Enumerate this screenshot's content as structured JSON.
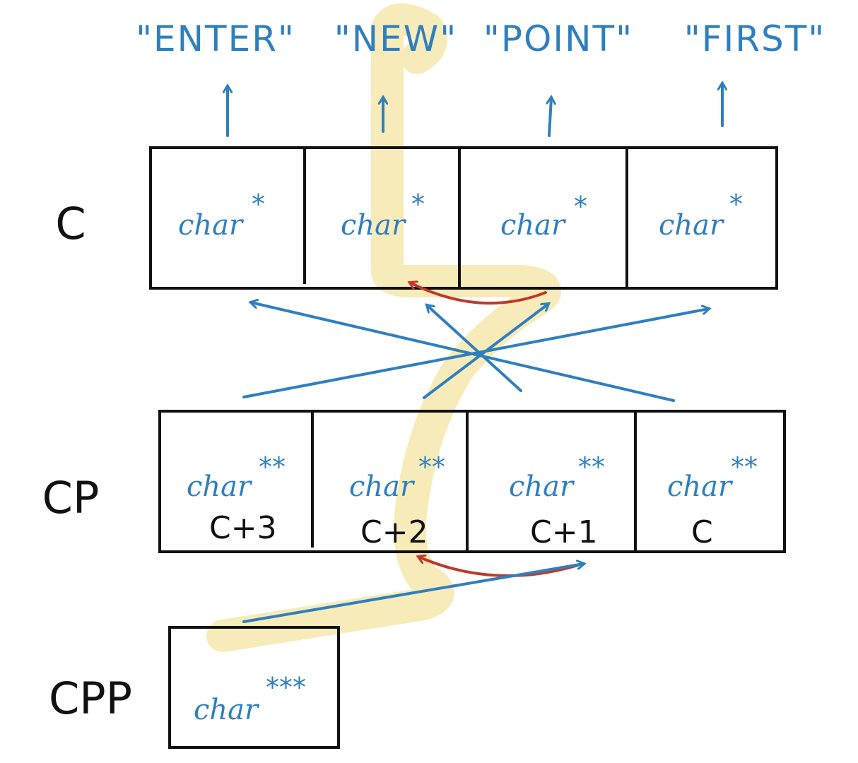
{
  "strings": [
    "\"ENTER\"",
    "\"NEW\"",
    "\"POINT\"",
    "\"FIRST\""
  ],
  "rows": {
    "c": {
      "label": "C",
      "cells": [
        {
          "type": "char",
          "stars": "*"
        },
        {
          "type": "char",
          "stars": "*"
        },
        {
          "type": "char",
          "stars": "*"
        },
        {
          "type": "char",
          "stars": "*"
        }
      ]
    },
    "cp": {
      "label": "CP",
      "cells": [
        {
          "type": "char",
          "stars": "**",
          "offset": "C+3"
        },
        {
          "type": "char",
          "stars": "**",
          "offset": "C+2"
        },
        {
          "type": "char",
          "stars": "**",
          "offset": "C+1"
        },
        {
          "type": "char",
          "stars": "**",
          "offset": "C"
        }
      ]
    },
    "cpp": {
      "label": "CPP",
      "cells": [
        {
          "type": "char",
          "stars": "***"
        }
      ]
    }
  },
  "colors": {
    "ink_blue": "#2f7fbf",
    "ink_black": "#111111",
    "ink_red": "#c0392b",
    "highlight": "#f2e08a"
  }
}
